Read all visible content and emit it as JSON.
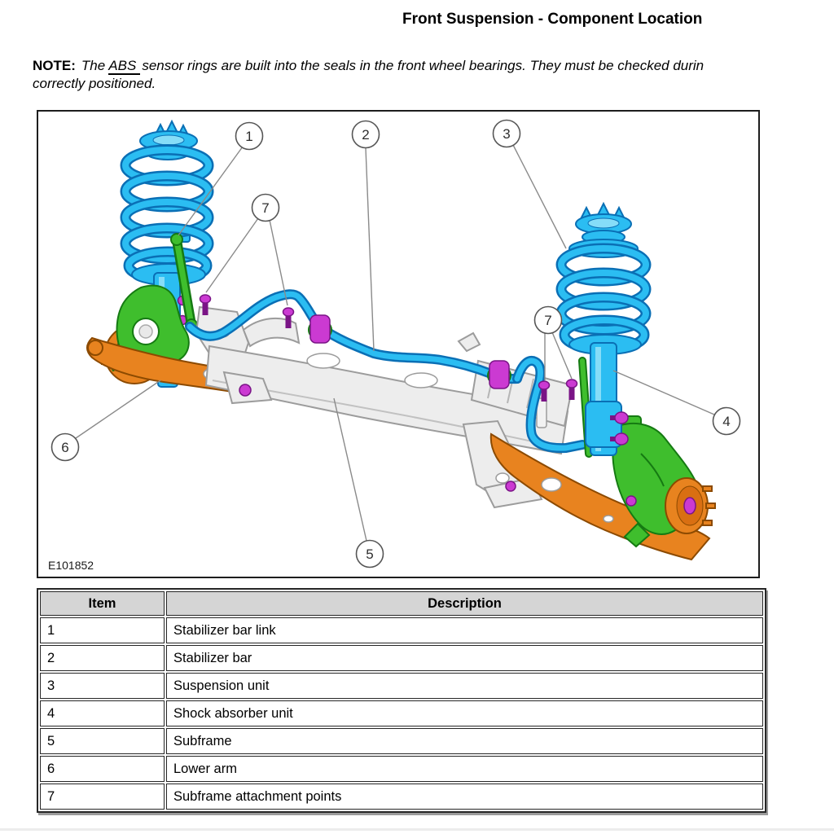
{
  "page": {
    "title": "Front Suspension - Component Location",
    "note": {
      "label": "NOTE:",
      "before_abs": "The ",
      "abs": "ABS",
      "after_abs": "sensor rings are built into the seals in the front wheel bearings. They must be checked durin",
      "line2": "correctly positioned."
    }
  },
  "figure": {
    "id_label": "E101852",
    "callouts": {
      "c1": "1",
      "c2": "2",
      "c3": "3",
      "c4": "4",
      "c5": "5",
      "c6": "6",
      "c7a": "7",
      "c7b": "7"
    },
    "components": [
      "suspension-unit-left",
      "suspension-unit-right",
      "stabilizer-bar",
      "stabilizer-bar-link",
      "subframe",
      "lower-arm-left",
      "lower-arm-right",
      "wheel-knuckle-left",
      "wheel-knuckle-right",
      "wheel-hub-left",
      "wheel-hub-right",
      "subframe-attachment-bolts"
    ]
  },
  "table": {
    "headers": [
      "Item",
      "Description"
    ],
    "rows": [
      [
        "1",
        "Stabilizer bar link"
      ],
      [
        "2",
        "Stabilizer bar"
      ],
      [
        "3",
        "Suspension unit"
      ],
      [
        "4",
        "Shock absorber unit"
      ],
      [
        "5",
        "Subframe"
      ],
      [
        "6",
        "Lower arm"
      ],
      [
        "7",
        "Subframe attachment points"
      ]
    ]
  },
  "colors": {
    "suspension_blue": "#2BBDF2",
    "blue_outline": "#0A6FB5",
    "component_green": "#3FBE2D",
    "green_outline": "#157A12",
    "component_orange": "#E8831F",
    "orange_outline": "#8C4A00",
    "subframe_silver": "#EDEDED",
    "silver_outline": "#9C9C9C",
    "bolt_magenta": "#CB3AD2",
    "magenta_outline": "#7A1486",
    "table_header_bg": "#D5D5D5",
    "leader_line": "#8A8A8A"
  }
}
